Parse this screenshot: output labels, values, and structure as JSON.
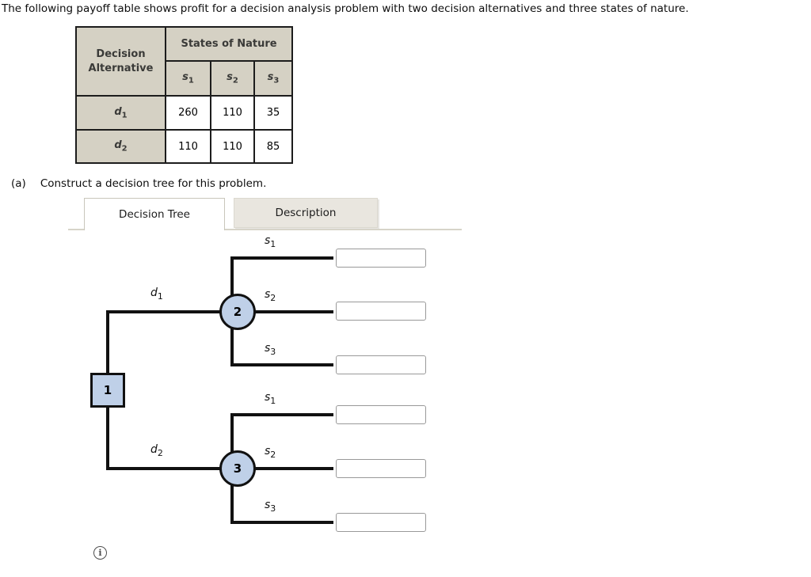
{
  "title": "The following payoff table shows profit for a decision analysis problem with two decision alternatives and three states of nature.",
  "payoff_table": {
    "corner_header": "Decision Alternative",
    "states_header": "States of Nature",
    "state_columns": [
      {
        "base": "s",
        "sub": "1"
      },
      {
        "base": "s",
        "sub": "2"
      },
      {
        "base": "s",
        "sub": "3"
      }
    ],
    "rows": [
      {
        "label_base": "d",
        "label_sub": "1",
        "values": [
          "260",
          "110",
          "35"
        ]
      },
      {
        "label_base": "d",
        "label_sub": "2",
        "values": [
          "110",
          "110",
          "85"
        ]
      }
    ]
  },
  "question": {
    "part_label": "(a)",
    "text": "Construct a decision tree for this problem."
  },
  "tabs": [
    {
      "label": "Decision Tree",
      "active": true
    },
    {
      "label": "Description",
      "active": false
    }
  ],
  "tree": {
    "decision_node_label": "1",
    "chance_node_labels": [
      "2",
      "3"
    ],
    "decision_branches": [
      {
        "base": "d",
        "sub": "1"
      },
      {
        "base": "d",
        "sub": "2"
      }
    ],
    "state_branches": [
      {
        "base": "s",
        "sub": "1"
      },
      {
        "base": "s",
        "sub": "2"
      },
      {
        "base": "s",
        "sub": "3"
      },
      {
        "base": "s",
        "sub": "1"
      },
      {
        "base": "s",
        "sub": "2"
      },
      {
        "base": "s",
        "sub": "3"
      }
    ],
    "payoff_inputs": [
      "",
      "",
      "",
      "",
      "",
      ""
    ]
  },
  "footer": {
    "info_icon_glyph": "i"
  },
  "colors": {
    "node_fill": "#bfd0e8",
    "node_border": "#111111",
    "tree_line": "#111111",
    "table_header_bg": "#d5d1c4",
    "tab_inactive_bg": "#e9e6df",
    "tab_border": "#c9c6bb",
    "input_border": "#999999"
  }
}
